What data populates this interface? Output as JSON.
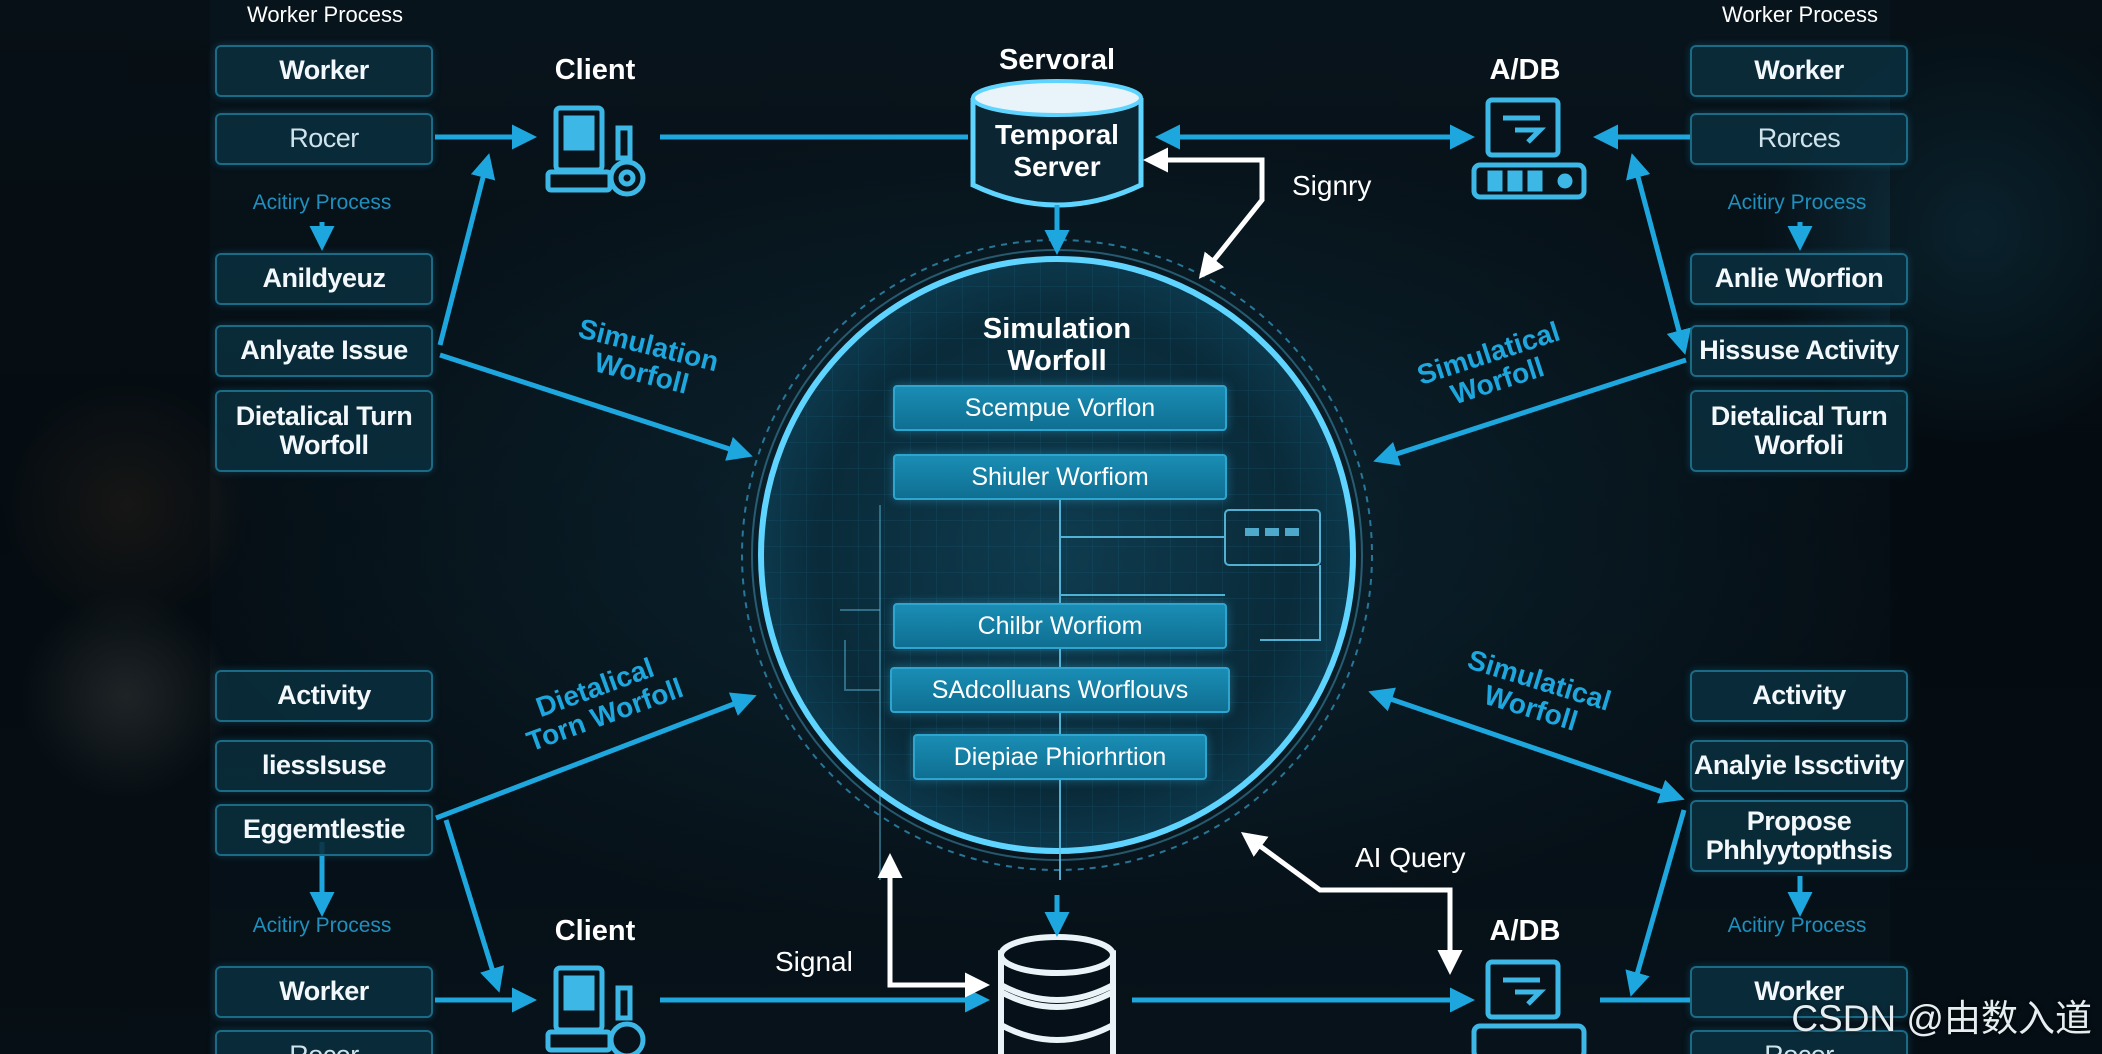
{
  "left_top": {
    "header": "Worker Process",
    "b1": "Worker",
    "b2": "Rocer",
    "sub": "Acitiry Process",
    "b3": "Anildyeuz",
    "b4": "Anlyate Issue",
    "b5": "Dietalical Turn Worfoll"
  },
  "right_top": {
    "header": "Worker Process",
    "b1": "Worker",
    "b2": "Rorces",
    "sub": "Acitiry Process",
    "b3": "Anlie Worfion",
    "b4": "Hissuse Activity",
    "b5": "Dietalical Turn Worfoli"
  },
  "left_bottom": {
    "b1": "Activity",
    "b2": "liessIsuse",
    "b3": "Eggemtlestie",
    "sub": "Acitiry Process",
    "b4": "Worker",
    "b5": "Rocer"
  },
  "right_bottom": {
    "b1": "Activity",
    "b2": "Analyie Issctivity",
    "b3": "Propose Phhlyytopthsis",
    "sub": "Acitiry Process",
    "b4": "Worker",
    "b5": "Rocer"
  },
  "nodes": {
    "client_top": "Client",
    "client_bottom": "Client",
    "aidb_top": "A/DB",
    "aidb_bottom": "A/DB",
    "server_title": "Servoral",
    "server_line1": "Temporal",
    "server_line2": "Server"
  },
  "edges": {
    "signry": "Signry",
    "signal": "Signal",
    "ai_query": "AI Query",
    "sim_left_top": "Simulation Worfoll",
    "sim_right_top": "Simulatical Worfoll",
    "turn_left_bottom": "Dietalical Torn Worfoll",
    "sim_right_bottom": "Simulatical Worfoll"
  },
  "circle": {
    "title_line1": "Simulation",
    "title_line2": "Worfoll",
    "bars": [
      "Scempue Vorflon",
      "Shiuler Worfiom",
      "Chilbr Worfiom",
      "SAdcolluans Worflouvs",
      "Diepiae Phiorhrtion"
    ]
  },
  "watermark": "CSDN @由数入道",
  "colors": {
    "accent": "#1ea7de",
    "arrow": "#1ea7de",
    "arrow_white": "#ffffff",
    "box_fill": "#0a2d3c",
    "circle_ring": "#5fd4ff"
  }
}
